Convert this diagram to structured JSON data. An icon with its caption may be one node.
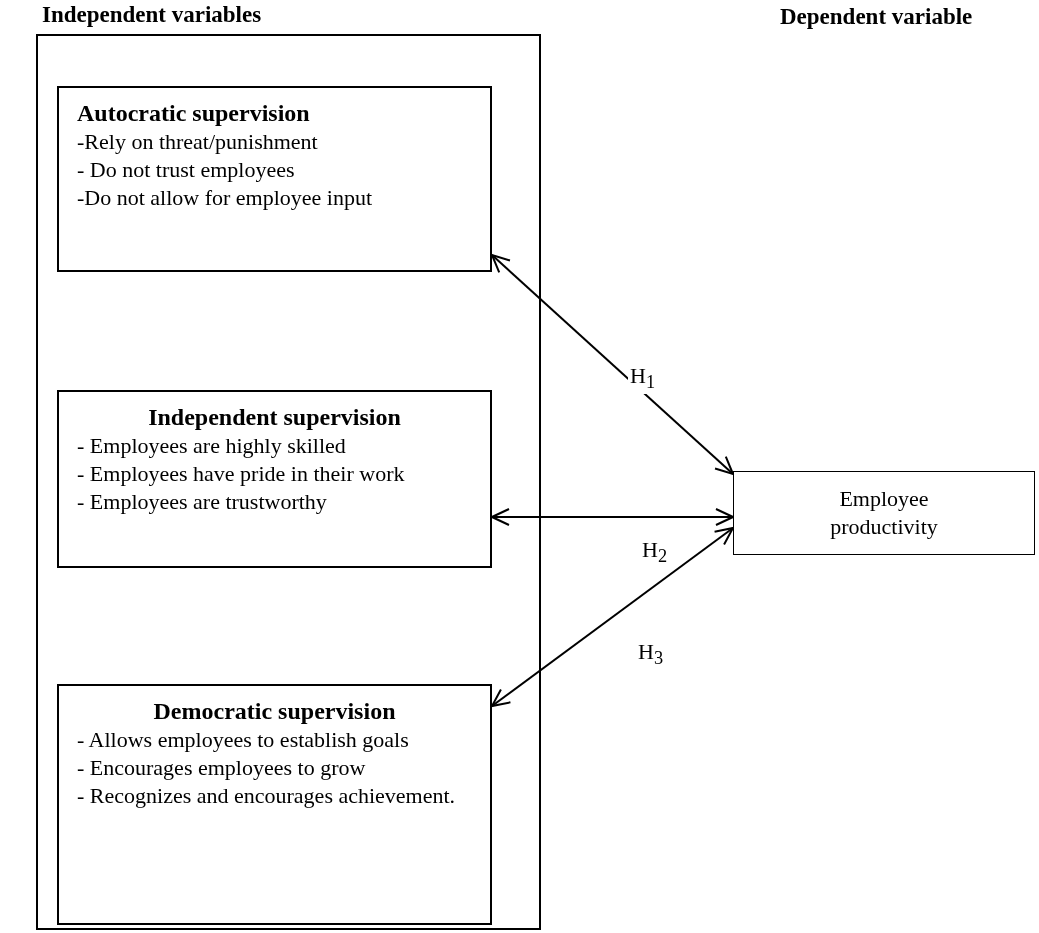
{
  "diagram": {
    "nodes": [
      {
        "text": [
          "Independent variables"
        ]
      },
      {
        "text": [
          "Autocratic supervision",
          "-Rely on threat/punishment",
          "- Do not trust employees",
          "-Do not allow for employee input"
        ],
        "in": 0
      },
      {
        "text": [
          "Independent supervision",
          "- Employees are highly skilled",
          "- Employees have pride in their work",
          "- Employees are trustworthy"
        ],
        "in": 0
      },
      {
        "text": [
          "Democratic supervision",
          "- Allows employees to establish goals",
          "- Encourages employees to grow",
          "- Recognizes and encourages achievement."
        ],
        "in": 0
      },
      {
        "text": [
          "Employee productivity"
        ]
      }
    ],
    "edges": [
      {
        "from": 1,
        "to": 4,
        "arrow": "both",
        "label": "H$_{1}$"
      },
      {
        "from": 2,
        "to": 4,
        "arrow": "both",
        "label": "H$_{2}$"
      },
      {
        "from": 3,
        "to": 4,
        "arrow": "both",
        "label": "H$_{3}$"
      }
    ],
    "labels": [
      "Dependent variable"
    ]
  }
}
